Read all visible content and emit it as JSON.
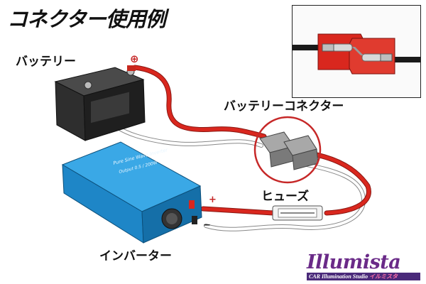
{
  "title": "コネクター使用例",
  "labels": {
    "battery": "バッテリー",
    "battery_connector": "バッテリーコネクター",
    "fuse": "ヒューズ",
    "inverter": "インバーター"
  },
  "symbols": {
    "battery_plus": "⊕",
    "inverter_plus": "+",
    "inverter_minus": "−"
  },
  "inverter_face": {
    "line1": "Pure Sine Wave Inverter",
    "line2": "Output 0.5 / 200W"
  },
  "logo": {
    "name": "Illumista",
    "subtitle": "CAR Illumination Studio",
    "subtitle_kana": "イルミスタ"
  },
  "colors": {
    "wire_red": "#d9271e",
    "wire_white": "#ffffff",
    "inverter_blue": "#1e8fd0",
    "battery_black": "#2a2a2a",
    "connector_gray": "#8c8c8c",
    "highlight_circle": "#c62828",
    "logo_purple": "#6a2a88"
  }
}
